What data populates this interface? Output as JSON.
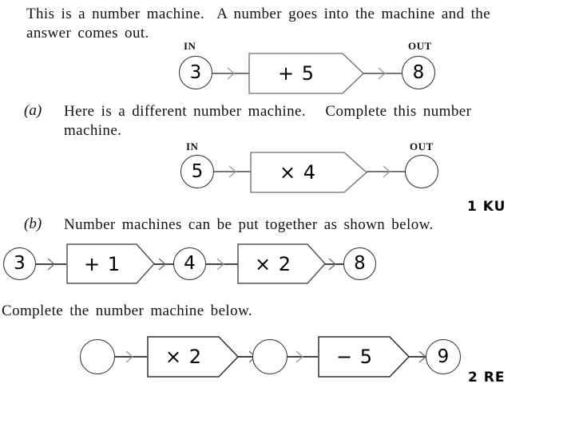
{
  "document": {
    "intro_text": "This is a number machine.  A number goes into the machine and the\nanswer comes out.",
    "part_a_letter": "(a)",
    "part_a_text": "Here is a different number machine.   Complete this number\nmachine.",
    "part_b_letter": "(b)",
    "part_b_text": "Number machines can be put together as shown below.",
    "complete_text": "Complete the number machine below."
  },
  "marks": [
    {
      "name": "mark-1-ku",
      "text": "1 KU"
    },
    {
      "name": "mark-2-re",
      "text": "2 RE"
    }
  ],
  "io_labels": {
    "in": "IN",
    "out": "OUT"
  },
  "machines": {
    "example": {
      "input_value": "3",
      "operation": "+ 5",
      "output_value": "8",
      "in_label": "IN",
      "out_label": "OUT"
    },
    "part_a": {
      "input_value": "5",
      "operation": "× 4",
      "output_value": "",
      "in_label": "IN",
      "out_label": "OUT"
    },
    "part_b_example": {
      "nodes": [
        "3",
        "4",
        "8"
      ],
      "operations": [
        "+ 1",
        "× 2"
      ]
    },
    "part_b_question": {
      "nodes": [
        "",
        "",
        "9"
      ],
      "operations": [
        "× 2",
        "− 5"
      ]
    }
  },
  "colors": {
    "ink": "#111111",
    "stroke": "#2a2a2a",
    "stroke_light": "#8a8a8a",
    "background": "#ffffff"
  }
}
